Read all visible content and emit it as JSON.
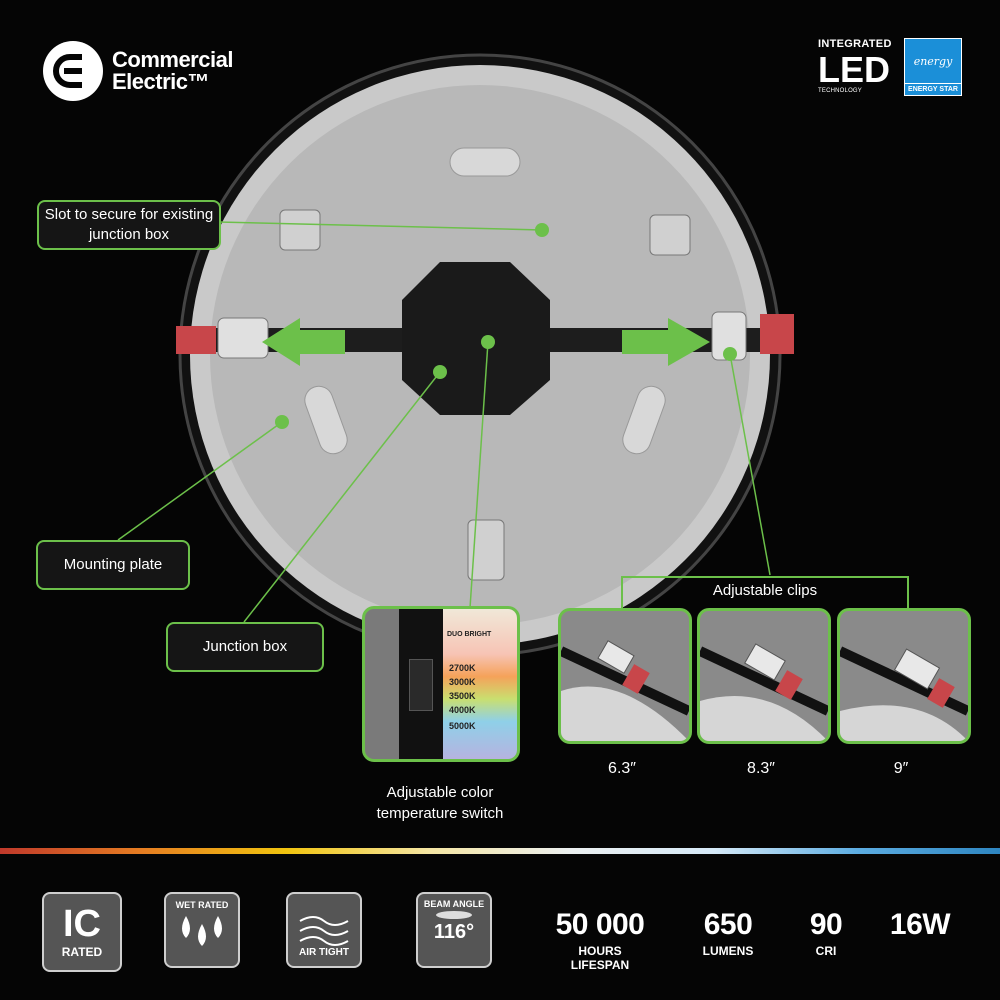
{
  "brand": {
    "line1": "Commercial",
    "line2": "Electric™"
  },
  "logos": {
    "led_top": "INTEGRATED",
    "led_big": "LED",
    "led_small": "TECHNOLOGY",
    "energy_star_script": "energy",
    "energy_star_label": "ENERGY STAR"
  },
  "callouts": {
    "slot": "Slot to secure for existing junction box",
    "mounting_plate": "Mounting plate",
    "junction_box": "Junction box",
    "adjustable_clips": "Adjustable clips"
  },
  "temp_switch": {
    "header": "DUO BRIGHT",
    "options": [
      "2700K",
      "3000K",
      "3500K",
      "4000K",
      "5000K"
    ],
    "caption_line1": "Adjustable color",
    "caption_line2": "temperature switch"
  },
  "clip_sizes": [
    "6.3″",
    "8.3″",
    "9″"
  ],
  "badges": {
    "ic_big": "IC",
    "ic_small": "RATED",
    "wet": "WET RATED",
    "air": "AIR TIGHT",
    "beam_top": "BEAM ANGLE",
    "beam_value": "116°"
  },
  "stats": [
    {
      "value": "50 000",
      "label": "HOURS LIFESPAN"
    },
    {
      "value": "650",
      "label": "LUMENS"
    },
    {
      "value": "90",
      "label": "CRI"
    },
    {
      "value": "16W",
      "label": ""
    }
  ],
  "colors": {
    "accent": "#6cc04a",
    "background": "#050505",
    "clip_red": "#d9534f"
  }
}
